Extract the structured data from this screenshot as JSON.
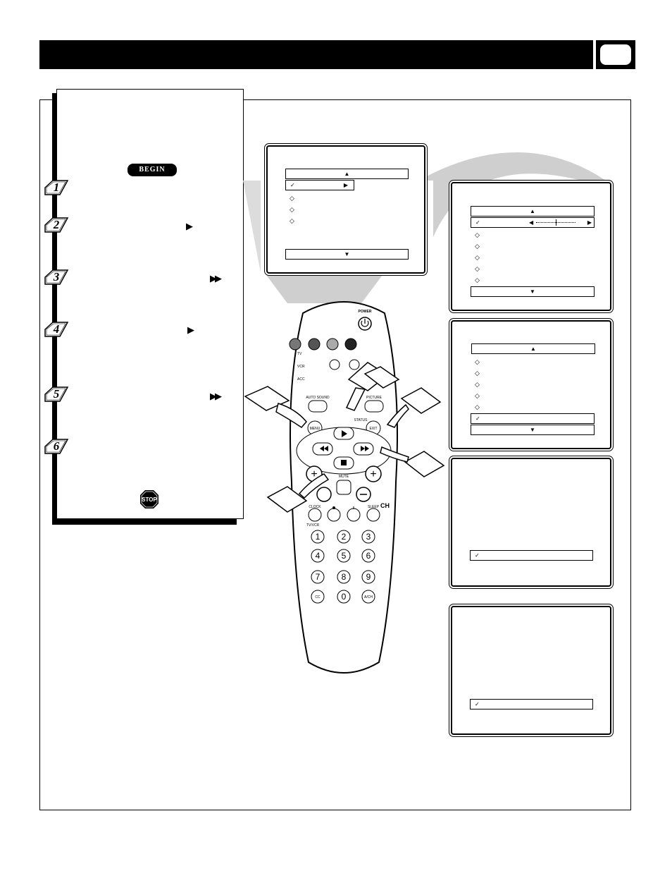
{
  "header": {
    "title": ""
  },
  "instructions": {
    "begin_label": "BEGIN",
    "stop_label": "STOP",
    "steps": [
      {
        "number": "1",
        "arrow": ""
      },
      {
        "number": "2",
        "arrow": "▶"
      },
      {
        "number": "3",
        "arrow": "▶▶"
      },
      {
        "number": "4",
        "arrow": "▶"
      },
      {
        "number": "5",
        "arrow": "▶▶"
      },
      {
        "number": "6",
        "arrow": ""
      }
    ]
  },
  "remote": {
    "power_label": "POWER",
    "mode_labels": [
      "TV",
      "VCR",
      "ACC"
    ],
    "auto_sound_label": "AUTO SOUND",
    "picture_label": "PICTURE",
    "menu_label": "MENU",
    "exit_label": "EXIT",
    "status_label": "STATUS",
    "mute_label": "MUTE",
    "ch_label": "CH",
    "clock_label": "CLOCK",
    "sleep_label": "SLEEP",
    "tvvcr_label": "TV/VCR",
    "digits": [
      "1",
      "2",
      "3",
      "4",
      "5",
      "6",
      "7",
      "8",
      "9",
      "CC",
      "0",
      "A/CH"
    ]
  },
  "colors": {
    "ink": "#000000",
    "beam": "#c8c8c8",
    "button_dark": "#555555",
    "button_light": "#aaaaaa"
  }
}
